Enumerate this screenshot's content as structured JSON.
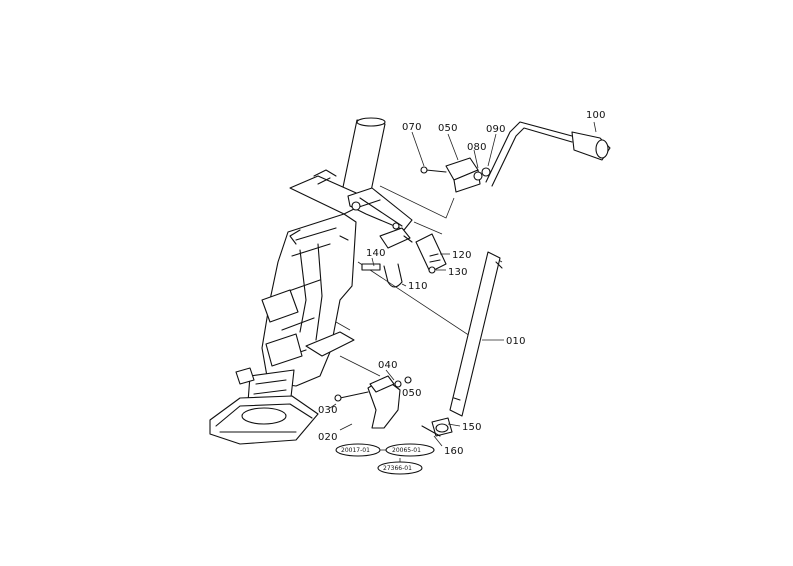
{
  "callouts": [
    {
      "id": "part-010",
      "text": "010"
    },
    {
      "id": "part-020",
      "text": "020"
    },
    {
      "id": "part-030",
      "text": "030"
    },
    {
      "id": "part-040",
      "text": "040"
    },
    {
      "id": "part-050-lower",
      "text": "050"
    },
    {
      "id": "part-050-upper",
      "text": "050"
    },
    {
      "id": "part-070",
      "text": "070"
    },
    {
      "id": "part-080",
      "text": "080"
    },
    {
      "id": "part-090",
      "text": "090"
    },
    {
      "id": "part-100",
      "text": "100"
    },
    {
      "id": "part-110",
      "text": "110"
    },
    {
      "id": "part-120",
      "text": "120"
    },
    {
      "id": "part-130",
      "text": "130"
    },
    {
      "id": "part-140",
      "text": "140"
    },
    {
      "id": "part-150",
      "text": "150"
    },
    {
      "id": "part-160",
      "text": "160"
    }
  ],
  "reference_ovals": [
    {
      "id": "ref-a",
      "text": "20017-01"
    },
    {
      "id": "ref-b",
      "text": "20065-01"
    },
    {
      "id": "ref-c",
      "text": "27366-01"
    }
  ]
}
